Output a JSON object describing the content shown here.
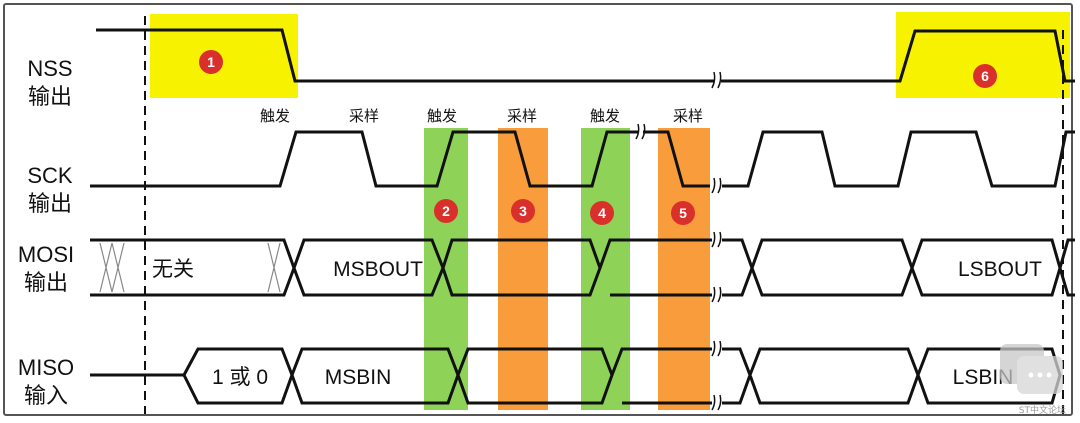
{
  "signals": [
    {
      "line1": "NSS",
      "line2": "输出"
    },
    {
      "line1": "SCK",
      "line2": "输出"
    },
    {
      "line1": "MOSI",
      "line2": "输出"
    },
    {
      "line1": "MISO",
      "line2": "输入"
    }
  ],
  "annotations": {
    "trigger": "触发",
    "sample": "采样"
  },
  "mosi_values": {
    "dont_care": "无关",
    "first": "MSBOUT",
    "last": "LSBOUT"
  },
  "miso_values": {
    "initial": "1 或 0",
    "first": "MSBIN",
    "last": "LSBIN"
  },
  "markers": [
    "1",
    "2",
    "3",
    "4",
    "5",
    "6"
  ],
  "colors": {
    "highlight_yellow": "#f7f300",
    "trigger_green": "#8fd258",
    "sample_orange": "#f89c3c",
    "marker_red": "#d9302c"
  },
  "watermark": "ST中文论坛"
}
